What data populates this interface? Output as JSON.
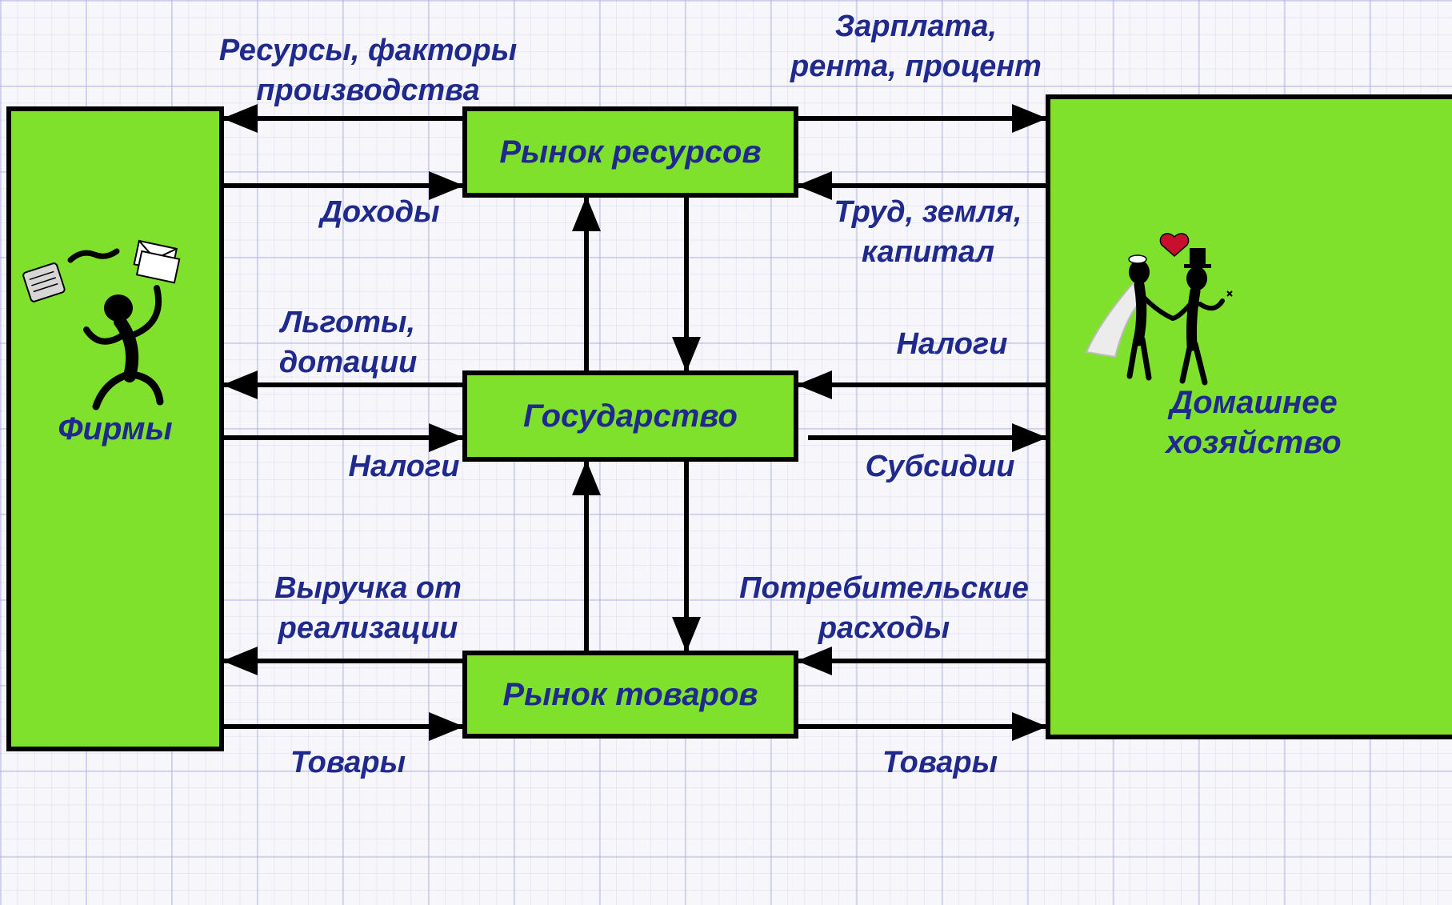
{
  "boxes": {
    "firms": "Фирмы",
    "household_line1": "Домашнее",
    "household_line2": "хозяйство",
    "resource_market": "Рынок ресурсов",
    "government": "Государство",
    "goods_market": "Рынок товаров"
  },
  "flows": {
    "resources_factors_1": "Ресурсы, факторы",
    "resources_factors_2": "производства",
    "wages_1": "Зарплата,",
    "wages_2": "рента, процент",
    "incomes": "Доходы",
    "labor_1": "Труд, земля,",
    "labor_2": "капитал",
    "benefits_1": "Льготы,",
    "benefits_2": "дотации",
    "taxes_household": "Налоги",
    "taxes_firms": "Налоги",
    "subsidies": "Субсидии",
    "revenue_1": "Выручка от",
    "revenue_2": "реализации",
    "consumer_1": "Потребительские",
    "consumer_2": "расходы",
    "goods_left": "Товары",
    "goods_right": "Товары"
  },
  "colors": {
    "box_fill": "#7fe12c",
    "text": "#1f2a8c",
    "outline": "#000000",
    "heart": "#c8102e"
  }
}
